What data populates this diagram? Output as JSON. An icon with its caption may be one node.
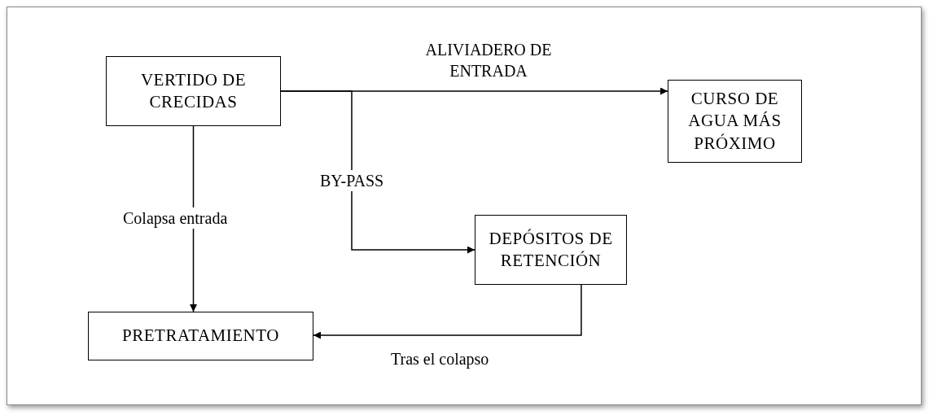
{
  "diagram": {
    "nodes": [
      {
        "text": [
          "VERTIDO DE CRECIDAS"
        ]
      },
      {
        "text": [
          "CURSO DE AGUA MÁS PRÓXIMO"
        ]
      },
      {
        "text": [
          "DEPÓSITOS DE RETENCIÓN"
        ]
      },
      {
        "text": [
          "PRETRATAMIENTO"
        ]
      }
    ],
    "edges": [
      {
        "from": 0,
        "to": 1,
        "arrow": "to",
        "label": "ALIVIADERO DE ENTRADA"
      },
      {
        "from": 0,
        "to": 2,
        "arrow": "to",
        "label": "BY-PASS"
      },
      {
        "from": 0,
        "to": 3,
        "arrow": "to",
        "label": "Colapsa entrada"
      },
      {
        "from": 2,
        "to": 3,
        "arrow": "to",
        "label": "Tras el colapso"
      }
    ]
  }
}
